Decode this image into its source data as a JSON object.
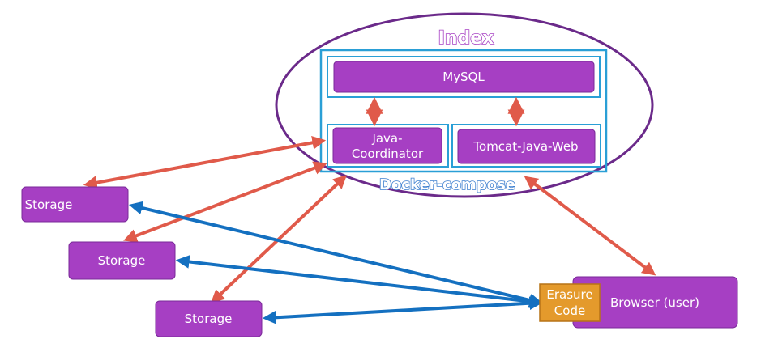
{
  "colors": {
    "purple_fill": "#a63fc3",
    "purple_stroke": "#7a2a98",
    "ellipse_stroke": "#6b2a8a",
    "cyan_border": "#2a9fd6",
    "red_arrow": "#e05a4a",
    "blue_arrow": "#1470c0",
    "erasure_fill": "#e49a2c",
    "erasure_stroke": "#b77316",
    "index_text": "#a63fc3",
    "docker_text": "#3d7fcf"
  },
  "index": {
    "title": "Index"
  },
  "docker": {
    "label": "Docker-compose"
  },
  "services": {
    "mysql": "MySQL",
    "coordinator_line1": "Java-",
    "coordinator_line2": "Coordinator",
    "tomcat": "Tomcat-Java-Web"
  },
  "storage": {
    "nodes": [
      "Storage",
      "Storage",
      "Storage"
    ]
  },
  "browser": {
    "label": "Browser (user)"
  },
  "erasure": {
    "line1": "Erasure",
    "line2": "Code"
  }
}
